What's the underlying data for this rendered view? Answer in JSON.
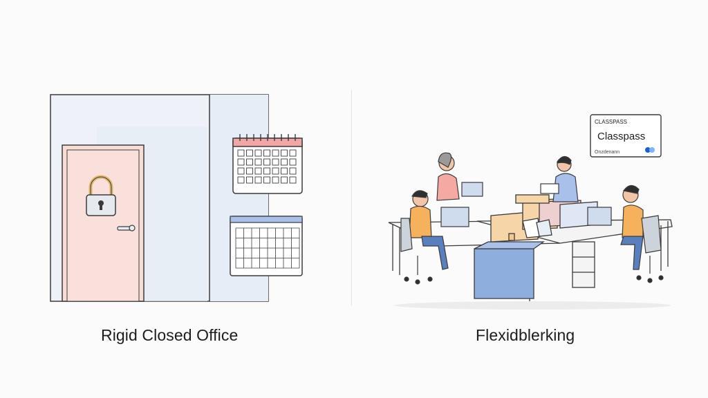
{
  "left": {
    "caption": "Rigid Closed Office"
  },
  "right": {
    "caption": "Flexidblerking",
    "badge": {
      "small_label": "CLASSPASS",
      "title": "Classpass",
      "subtitle": "Onzdenann"
    }
  },
  "colors": {
    "door": "#f8dcd6",
    "wall": "#e8eef6",
    "outline": "#3a3a3a",
    "calendar_header_red": "#f2a7a7",
    "calendar_header_blue": "#a9c1ea",
    "desk_box_blue": "#8eaede",
    "divider_orange": "#f6d6a8",
    "badge_dots": [
      "#1b5fd6",
      "#7fb3ff"
    ]
  },
  "icons": [
    "lock-icon",
    "calendar-icon",
    "schedule-window-icon"
  ]
}
